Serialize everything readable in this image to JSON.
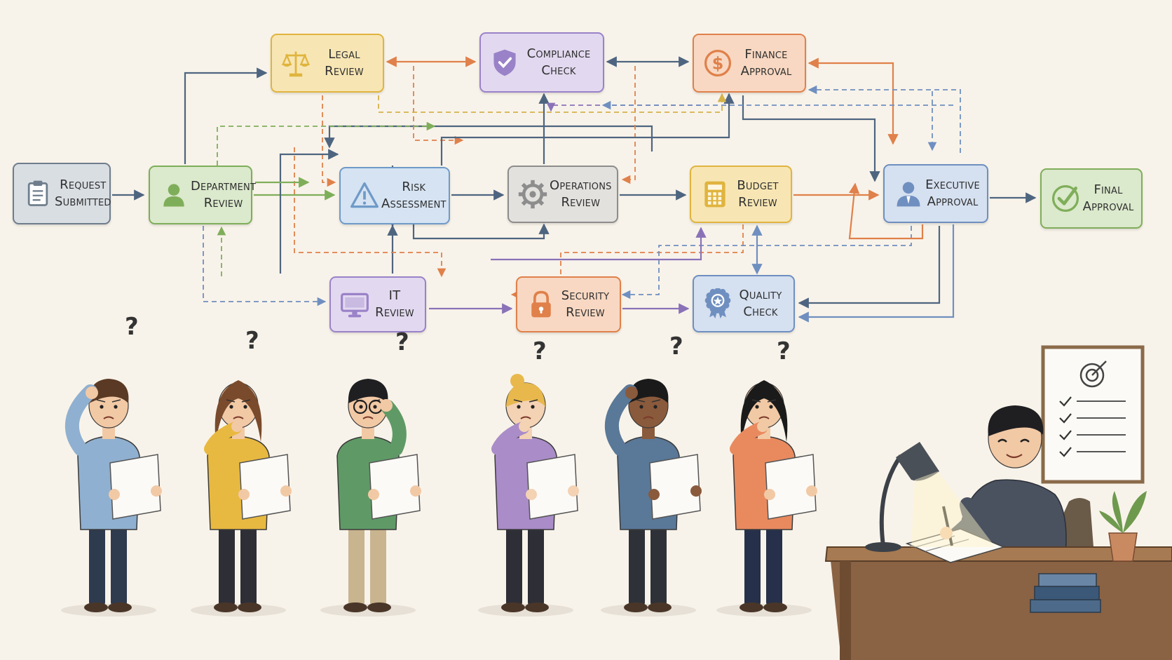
{
  "nodes": {
    "request": {
      "line1": "Request",
      "line2": "Submitted",
      "color": "#6f7d8c",
      "fill": "#d9dee3",
      "icon": "clipboard-icon"
    },
    "department": {
      "line1": "Department",
      "line2": "Review",
      "color": "#7fae5a",
      "fill": "#dbe9cc",
      "icon": "person-icon"
    },
    "legal": {
      "line1": "Legal",
      "line2": "Review",
      "color": "#e0b43e",
      "fill": "#f7e6b4",
      "icon": "scales-icon"
    },
    "compliance": {
      "line1": "Compliance",
      "line2": "Check",
      "color": "#9a82c8",
      "fill": "#e2d9f0",
      "icon": "shield-icon"
    },
    "finance": {
      "line1": "Finance",
      "line2": "Approval",
      "color": "#e0804a",
      "fill": "#f8d8c2",
      "icon": "dollar-icon"
    },
    "risk": {
      "line1": "Risk",
      "line2": "Assessment",
      "color": "#6f9ac8",
      "fill": "#d5e3f2",
      "icon": "warning-icon"
    },
    "operations": {
      "line1": "Operations",
      "line2": "Review",
      "color": "#8d8d8d",
      "fill": "#e3e1de",
      "icon": "gear-icon"
    },
    "budget": {
      "line1": "Budget",
      "line2": "Review",
      "color": "#e0b43e",
      "fill": "#f7e6b4",
      "icon": "calculator-icon"
    },
    "executive": {
      "line1": "Executive",
      "line2": "Approval",
      "color": "#6f8fc0",
      "fill": "#d5e0f0",
      "icon": "executive-icon"
    },
    "final": {
      "line1": "Final",
      "line2": "Approval",
      "color": "#7fae5a",
      "fill": "#dbe9cc",
      "icon": "checkmark-icon"
    },
    "it": {
      "line1": "IT",
      "line2": "Review",
      "color": "#9a82c8",
      "fill": "#e2d9f0",
      "icon": "monitor-icon"
    },
    "security": {
      "line1": "Security",
      "line2": "Review",
      "color": "#e0804a",
      "fill": "#f8d8c2",
      "icon": "lock-icon"
    },
    "quality": {
      "line1": "Quality",
      "line2": "Check",
      "color": "#6f8fc0",
      "fill": "#d5e0f0",
      "icon": "ribbon-icon"
    }
  },
  "people": {
    "confused_marker": "?",
    "confused": [
      {
        "shirt": "#8fb0d0",
        "pants": "#2e3a4e",
        "hair": "#5a3a24",
        "skin": "#f2c9a5"
      },
      {
        "shirt": "#e8b940",
        "pants": "#2e2e36",
        "hair": "#7a4a2c",
        "skin": "#f2c9a5"
      },
      {
        "shirt": "#5f9a66",
        "pants": "#c8b48e",
        "hair": "#1f1f22",
        "skin": "#f2c9a5"
      },
      {
        "shirt": "#a98cc8",
        "pants": "#2e2e36",
        "hair": "#e8b84c",
        "skin": "#f4d2b4"
      },
      {
        "shirt": "#5a7898",
        "pants": "#2e3238",
        "hair": "#1a1a1a",
        "skin": "#8a5a3c"
      },
      {
        "shirt": "#e98a5e",
        "pants": "#26304a",
        "hair": "#1a1a1a",
        "skin": "#f2c9a5"
      }
    ],
    "worker": {
      "shirt": "#4a5260",
      "hair": "#1f1f22",
      "skin": "#f2c9a5"
    }
  }
}
